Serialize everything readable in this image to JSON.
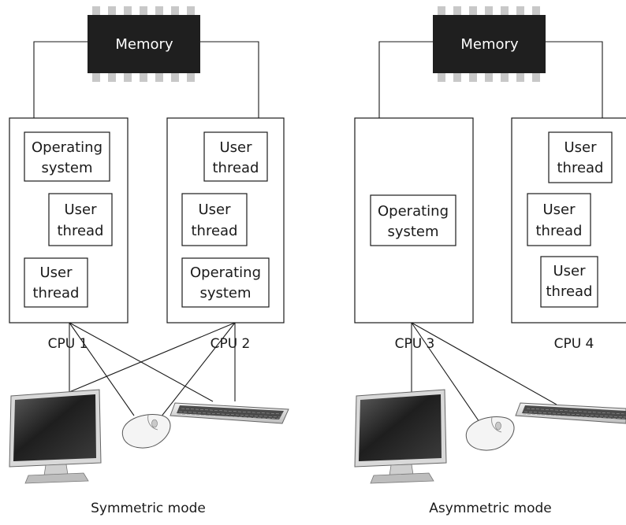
{
  "memory_label": "Memory",
  "symmetric": {
    "caption": "Symmetric mode",
    "cpu1": {
      "label": "CPU 1",
      "blocks": [
        [
          "Operating",
          "system"
        ],
        [
          "User",
          "thread"
        ],
        [
          "User",
          "thread"
        ]
      ]
    },
    "cpu2": {
      "label": "CPU 2",
      "blocks": [
        [
          "User",
          "thread"
        ],
        [
          "User",
          "thread"
        ],
        [
          "Operating",
          "system"
        ]
      ]
    }
  },
  "asymmetric": {
    "caption": "Asymmetric mode",
    "cpu3": {
      "label": "CPU 3",
      "blocks": [
        [
          "Operating",
          "system"
        ]
      ]
    },
    "cpu4": {
      "label": "CPU 4",
      "blocks": [
        [
          "User",
          "thread"
        ],
        [
          "User",
          "thread"
        ],
        [
          "User",
          "thread"
        ]
      ]
    }
  },
  "colors": {
    "memory_chip": "#1f1f1f",
    "memory_pins": "#c8c8c8",
    "line": "#1a1a1a",
    "screen": "#2a2a2a"
  }
}
